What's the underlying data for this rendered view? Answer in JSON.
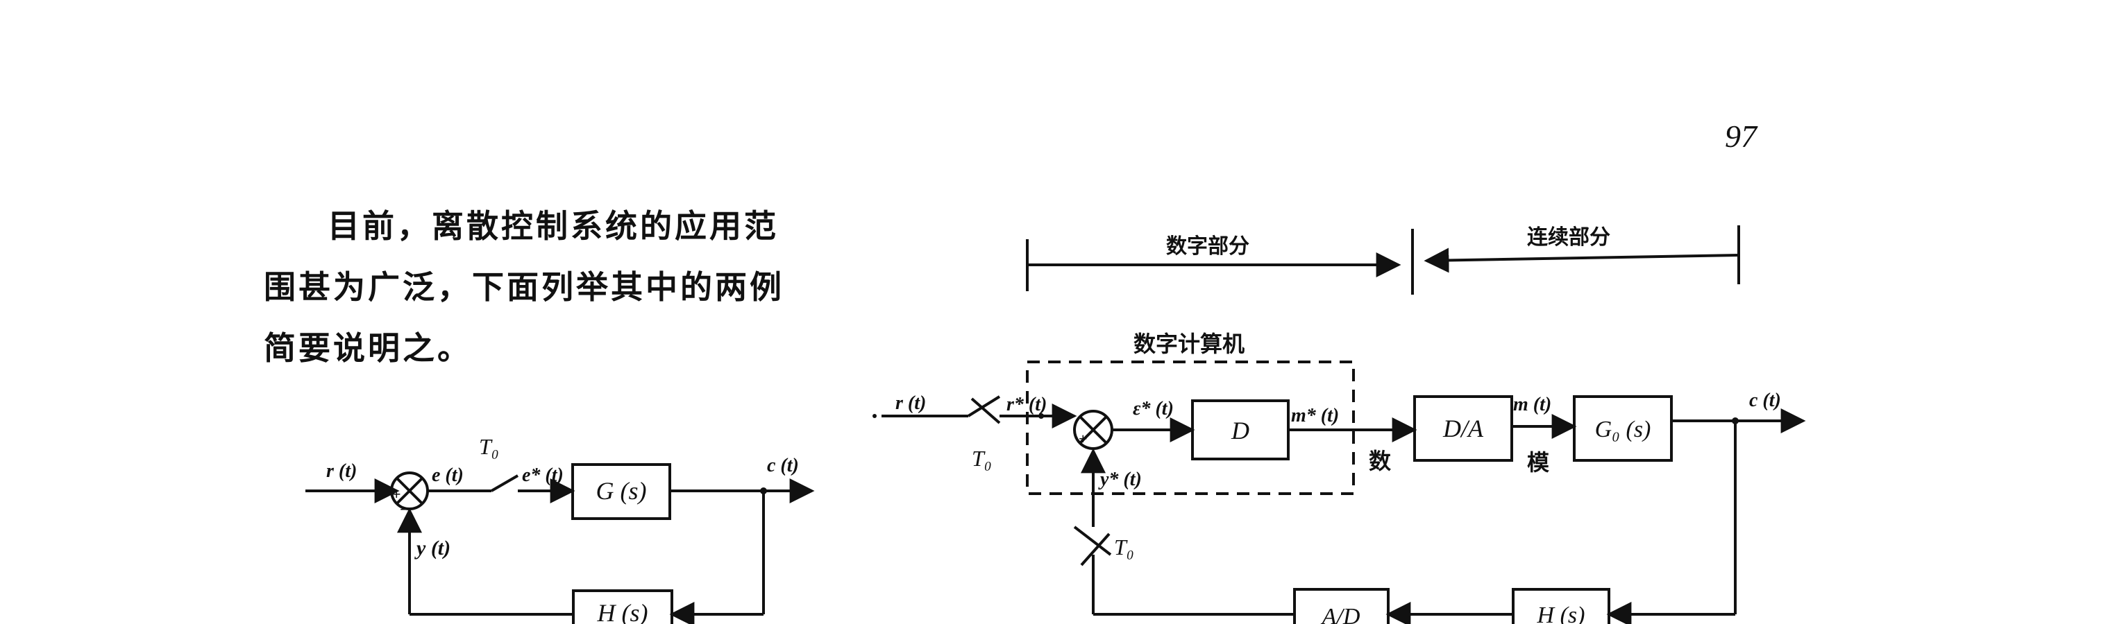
{
  "page_number": "97",
  "paragraph": {
    "lines": [
      "目前，离散控制系统的应用范",
      "围甚为广泛，下面列举其中的两例",
      "简要说明之。"
    ]
  },
  "left_diagram": {
    "input": "r (t)",
    "error": "e (t)",
    "sampler": "T₀",
    "sampled_error": "e* (t)",
    "plant": "G (s)",
    "output": "c (t)",
    "feedback_signal": "y (t)",
    "feedback_block": "H (s)"
  },
  "right_diagram": {
    "digital_part": "数字部分",
    "continuous_part": "连续部分",
    "computer": "数字计算机",
    "input": "r (t)",
    "sampler_in": "T₀",
    "sampled_ref": "r* (t)",
    "sampled_error": "ε* (t)",
    "controller": "D",
    "controller_out": "m* (t)",
    "label_shu": "数",
    "dac": "D/A",
    "dac_out": "m (t)",
    "label_mo": "模",
    "plant": "G₀ (s)",
    "output": "c (t)",
    "sampled_feedback": "y* (t)",
    "sampler_fb": "T₀",
    "adc": "A/D",
    "feedback_block": "H (s)"
  }
}
